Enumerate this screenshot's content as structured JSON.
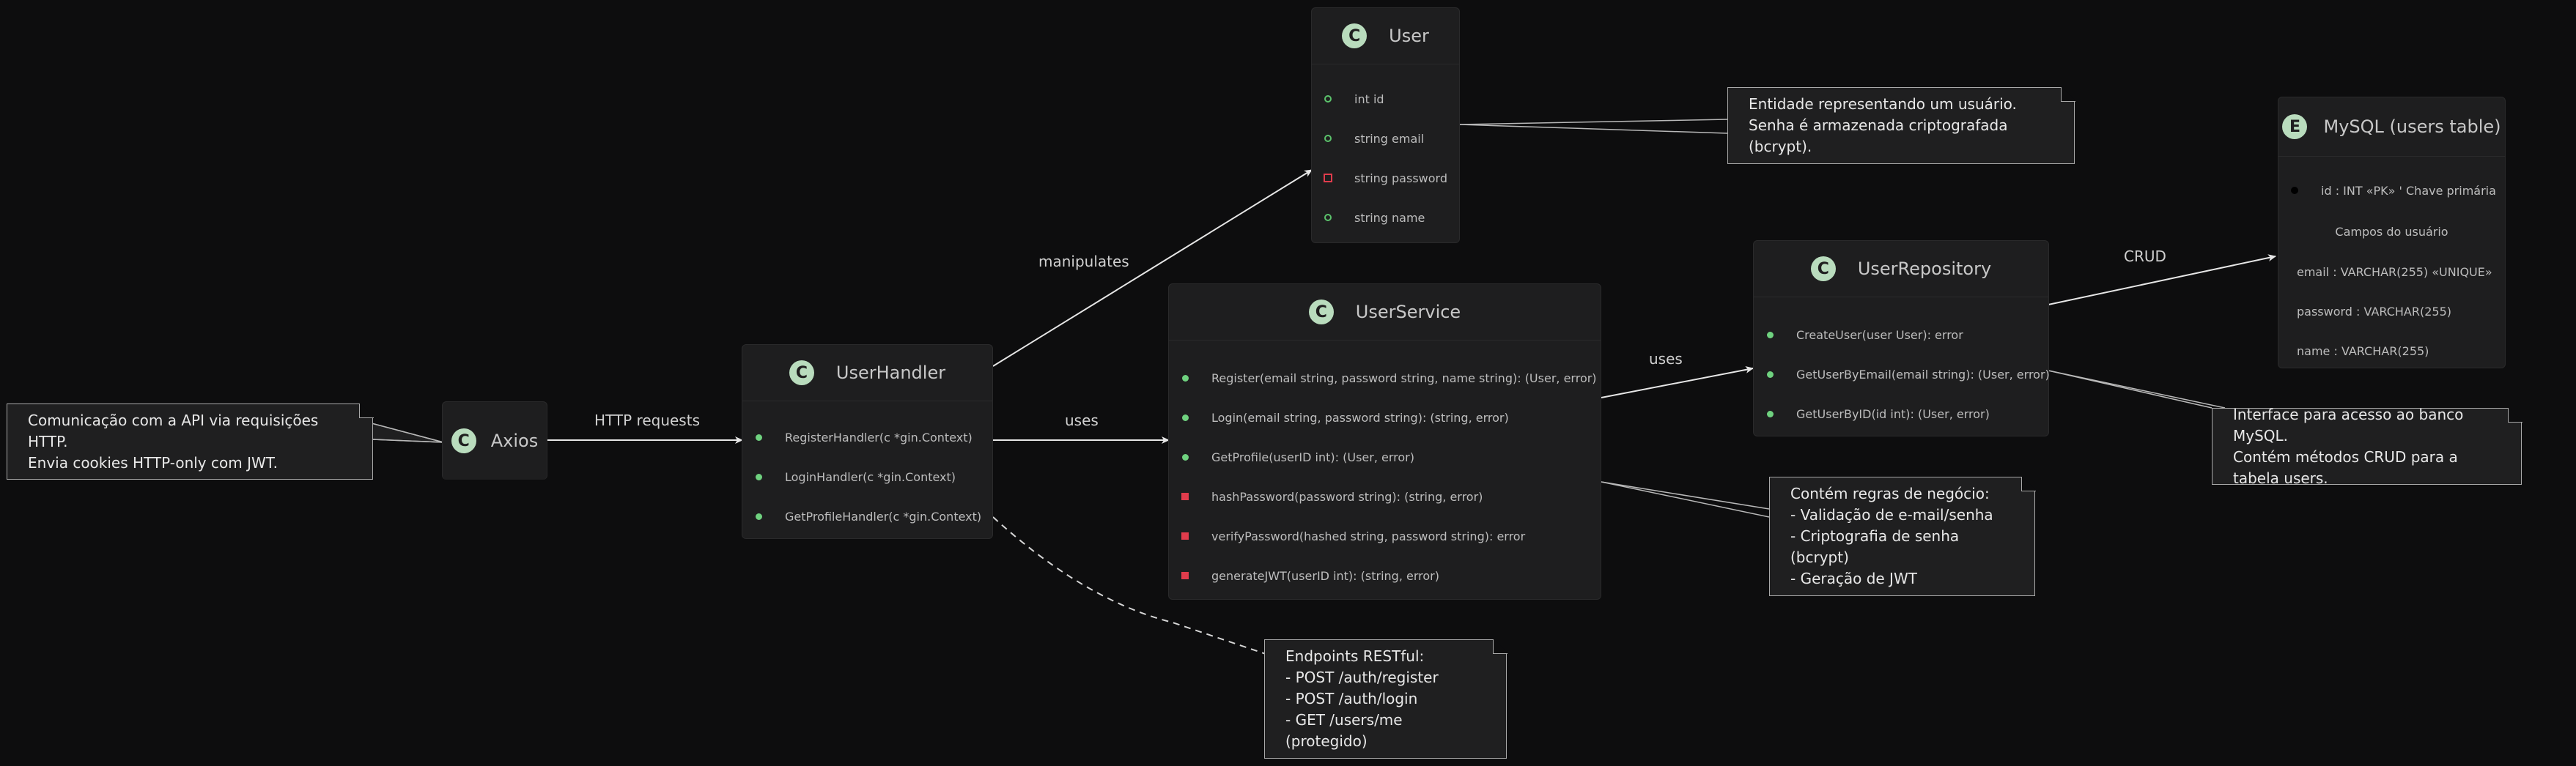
{
  "classes": {
    "axios": {
      "badge": "C",
      "name": "Axios"
    },
    "user_handler": {
      "badge": "C",
      "name": "UserHandler",
      "members": [
        "RegisterHandler(c *gin.Context)",
        "LoginHandler(c *gin.Context)",
        "GetProfileHandler(c *gin.Context)"
      ]
    },
    "user": {
      "badge": "C",
      "name": "User",
      "members": [
        "int id",
        "string email",
        "string password",
        "string name"
      ]
    },
    "user_service": {
      "badge": "C",
      "name": "UserService",
      "members": [
        "Register(email string, password string, name string): (User, error)",
        "Login(email string, password string): (string, error)",
        "GetProfile(userID int): (User, error)",
        "hashPassword(password string): (string, error)",
        "verifyPassword(hashed string, password string): error",
        "generateJWT(userID int): (string, error)"
      ]
    },
    "user_repository": {
      "badge": "C",
      "name": "UserRepository",
      "members": [
        "CreateUser(user User): error",
        "GetUserByEmail(email string): (User, error)",
        "GetUserByID(id int): (User, error)"
      ]
    },
    "mysql": {
      "badge": "E",
      "name": "MySQL (users table)",
      "pk_row": "id : INT «PK»  ' Chave primária",
      "section": "Campos do usuário",
      "fields": [
        "email : VARCHAR(255) «UNIQUE»",
        "password : VARCHAR(255)",
        "name : VARCHAR(255)"
      ]
    }
  },
  "relations": {
    "http_requests": "HTTP requests",
    "uses_handler_service": "uses",
    "manipulates": "manipulates",
    "uses_service_repo": "uses",
    "crud": "CRUD"
  },
  "notes": {
    "axios": [
      "Comunicação com a API via requisições HTTP.",
      "Envia cookies HTTP-only com JWT."
    ],
    "user": [
      "Entidade representando um usuário.",
      "Senha é armazenada criptografada (bcrypt)."
    ],
    "service": [
      "Contém regras de negócio:",
      "- Validação de e-mail/senha",
      "- Criptografia de senha (bcrypt)",
      "- Geração de JWT"
    ],
    "handler": [
      "Endpoints RESTful:",
      "- POST /auth/register",
      "- POST /auth/login",
      "- GET /users/me (protegido)"
    ],
    "repository": [
      "Interface para acesso ao banco MySQL.",
      "Contém métodos CRUD para a tabela users."
    ]
  },
  "colors": {
    "background": "#0d0d0e",
    "class_fill": "#1e1e1f",
    "badge_fill": "#b9dcbd",
    "public_marker": "#6fd27f",
    "private_marker": "#e03c4c",
    "note_border": "#a9a9a9"
  }
}
